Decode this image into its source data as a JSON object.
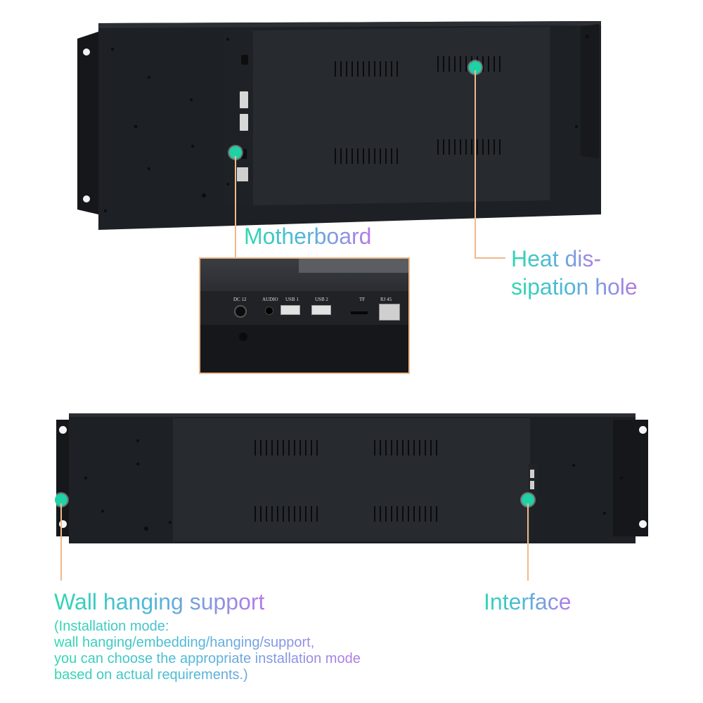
{
  "labels": {
    "motherboard": "Motherboard",
    "heat_line1": "Heat dis-",
    "heat_line2": "sipation hole",
    "wall": "Wall hanging support",
    "interface": "Interface",
    "wall_note": [
      "(Installation mode:",
      "wall hanging/embedding/hanging/support,",
      "you can choose the appropriate installation mode",
      "based on actual requirements.)"
    ]
  },
  "ports": {
    "dc": "DC 12",
    "audio": "AUDIO",
    "usb1": "USB 1",
    "usb2": "USB 2",
    "tf": "TF",
    "rj45": "RJ 45"
  },
  "colors": {
    "accent_dot": "#1fd1a4",
    "leader_line": "#f0b98a",
    "device_body": "#1b1d21",
    "device_panel": "#25282d"
  }
}
